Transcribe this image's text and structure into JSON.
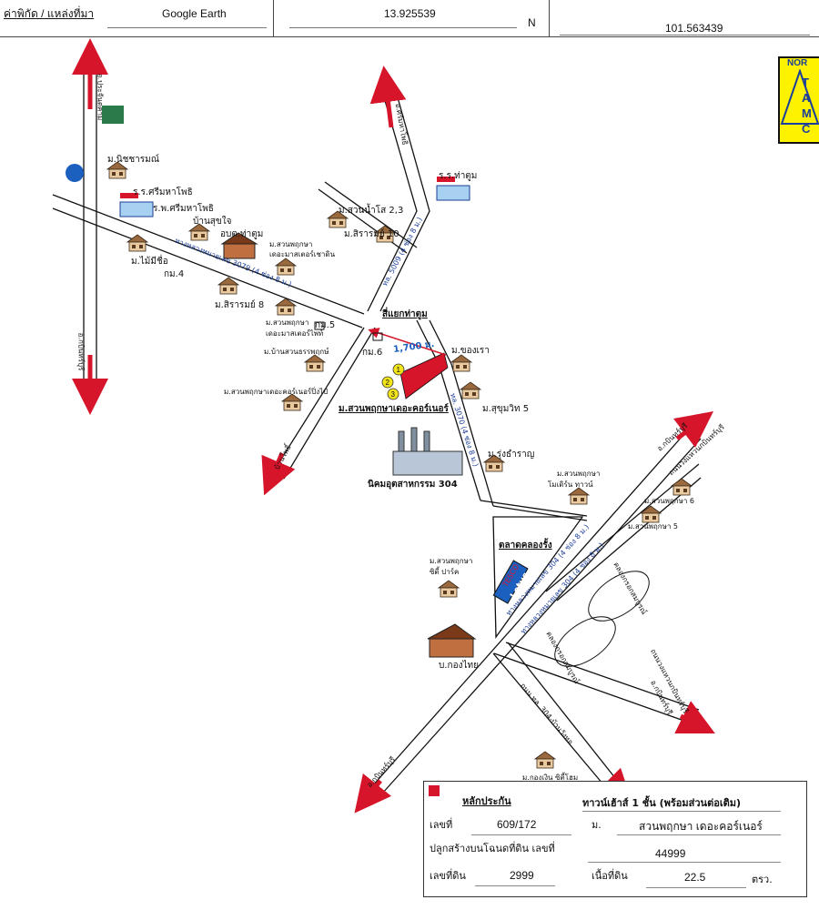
{
  "header": {
    "label": "ค่าพิกัด / แหล่งที่มา",
    "source": "Google Earth",
    "lat": "13.925539",
    "lat_dir": "N",
    "lon": "101.563439"
  },
  "north": {
    "title": "NOR",
    "letters": [
      "T",
      "A",
      "M",
      "C"
    ]
  },
  "map": {
    "roads": {
      "hwy3079": "ทางหลวงหมายเลข 3079 (4 ช่อง 8 ม.)",
      "hwy304_a": "ทางหลวงหมายเลข 304 (4 ช่อง 8 ม.)",
      "hwy304_b": "ทางหลวงหมายเลข 304 (4 ช่อง 8 ม.)",
      "road3070": "ทล. 3070 (4 ช่อง 8 ม.)",
      "road5009": "ทล. 5009 (4 ช่อง 8 ม.)",
      "bypass": "ถนน ทล. 304-บ้านวังหอ",
      "ring1": "ถนนวงแหวนกบินทร์บุรี",
      "ring2": "ถนนวงแหวนกบินทร์บุรี"
    },
    "arrows": {
      "prachinburi": "อ.ประจันตคาม",
      "kabin_w": "อ.กบินทร์บุรี",
      "sri_mahosot": "อ.ศรีมหาโพธิ",
      "ban_bo": "บ้านโพธิ์",
      "kabin_ne": "อ.กบินทร์บุรี",
      "kabin_se": "อ.กบินทร์บุรี",
      "kabin_sw": "อ.กบินทร์บุรี"
    },
    "places": {
      "m_nicharon": "ม.นิชชารมณ์",
      "school_sri": "ร.ร.ศรีมหาโพธิ",
      "hosp_sri": "ร.พ.ศรีมหาโพธิ",
      "ban_suk": "บ้านสุขใจ",
      "obt": "อบต.ท่าตูม",
      "m_mai_suea": "ม.ไม้มีชื่อ",
      "km4": "กม.4",
      "m_suan_daeng": "ม.สวนพฤกษา",
      "m_suan_daeng2": "เดอะมาสเตอร์เชาดิน",
      "m_siram8": "ม.สิรารมย์ 8",
      "m_suanpruk_a": "ม.สวนพฤกษา",
      "m_suanpruk_a2": "เดอะมาสเตอร์ไพท์",
      "km5": "กม.5",
      "m_ban_suan": "ม.บ้านสวนธรรพฤกษ์",
      "m_suan_bp": "ม.สวนพฤกษาเดอะคอร์เนอร์ปิ่งไป่",
      "m_suan_nam": "ม.สวนน้ำโส 2,3",
      "m_siram10": "ม.สิรารมย์ 10",
      "school_ta": "ร.ร.ท่าตูม",
      "junction": "สี่แยกท่าตูม",
      "km6": "กม.6",
      "dist": "1,700 ม.",
      "subject": "ม.สวนพฤกษาเดอะคอร์เนอร์",
      "m_songrao": "ม.ของเรา",
      "m_sukhumvit5": "ม.สุขุมวิท 5",
      "m_rungsan": "ม.รุ่งธำราญ",
      "m_suan_modern": "ม.สวนพฤกษา",
      "m_suan_modern2": "โมเดิร์น ทาวน์",
      "m_suan6": "ม.สวนพฤกษา 6",
      "m_suan5": "ม.สวนพฤกษา 5",
      "industrial": "นิคมอุตสาหกรรม 304",
      "market": "ตลาดคลองรั้ง",
      "m_suan_city": "ม.สวนพฤกษา",
      "m_suan_city2": "ซิตี้ ปาร์ค",
      "tesco": "Lotus",
      "tesco_top": "TESCO",
      "canal1": "คลองกรอกสมบูรณ์",
      "canal2": "คลองกรอกสมบูรณ์",
      "b_kongthai": "บ.กองไทย",
      "m_kongngern": "ม.กองเงิน ซิตี้โฮม"
    },
    "markers": [
      "1",
      "2",
      "3"
    ]
  },
  "infobox": {
    "collateral": "หลักประกัน",
    "type": "ทาวน์เฮ้าส์ 1 ชั้น (พร้อมส่วนต่อเติม)",
    "no_label": "เลขที่",
    "no_value": "609/172",
    "village_label": "ม.",
    "village_value": "สวนพฤกษา เดอะคอร์เนอร์",
    "deed_label": "ปลูกสร้างบนโฉนดที่ดิน เลขที่",
    "deed_value": "44999",
    "land_no_label": "เลขที่ดิน",
    "land_no_value": "2999",
    "area_label": "เนื้อที่ดิน",
    "area_value": "22.5",
    "area_unit": "ตรว."
  },
  "colors": {
    "subject_red": "#d6152a",
    "marker_yellow": "#f2e41a",
    "north_yellow": "#fff200"
  }
}
